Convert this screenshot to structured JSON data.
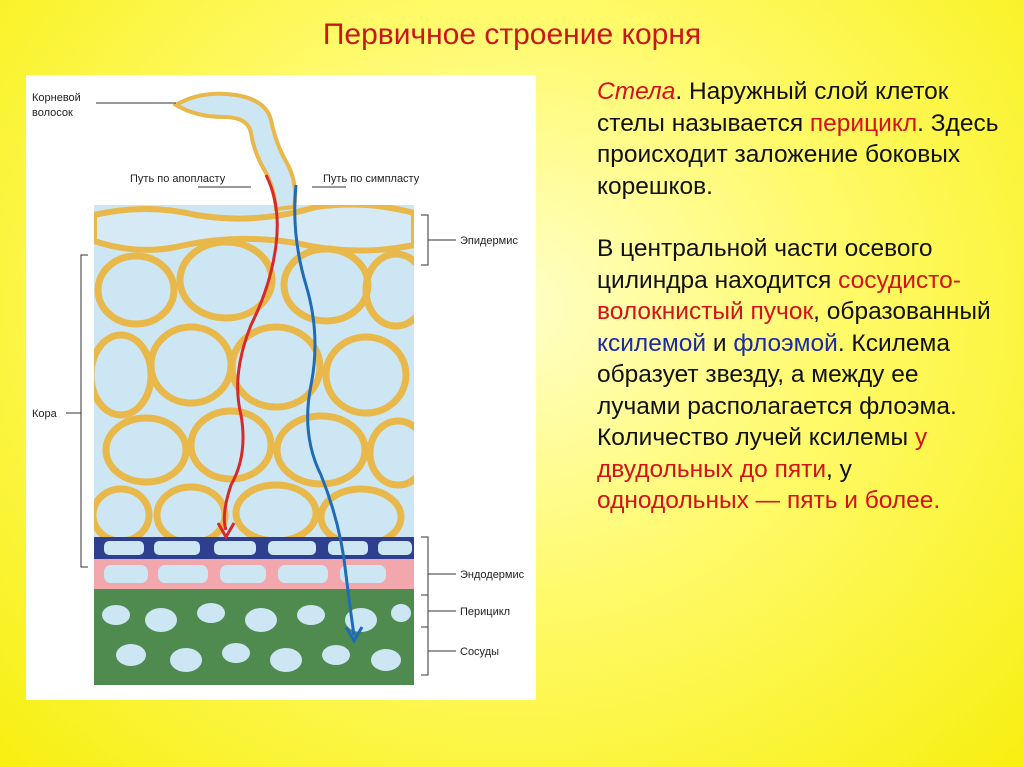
{
  "title": "Первичное строение корня",
  "figure": {
    "labels": {
      "root_hair": [
        "Корневой",
        "волосок"
      ],
      "apoplast": "Путь по апопласту",
      "symplast": "Путь по симпласту",
      "epidermis": "Эпидермис",
      "cortex": "Кора",
      "endodermis": "Эндодермис",
      "pericycle": "Перицикл",
      "vessels": "Сосуды"
    },
    "colors": {
      "cell_wall": "#e8b84a",
      "cell_fill": "#cde6f4",
      "endodermis": "#2f3f8f",
      "pericycle": "#f2a7ad",
      "vessels": "#4f8a4f",
      "apoplast_path": "#d8292a",
      "symplast_path": "#1f6bb6"
    }
  },
  "text": {
    "p1": {
      "term": "Стела",
      "rest1": ". Наружный слой клеток стелы называется ",
      "term2": "перицикл",
      "rest2": ". Здесь происходит заложение боковых корешков."
    },
    "p2": {
      "s1": "В центральной части осевого цилиндра находится ",
      "term1": "сосудисто-волокнистый пучок",
      "s2": ", образованный ",
      "term2": "ксилемой",
      "s3": " и ",
      "term3": "флоэмой",
      "s4": ". Ксилема образует звезду, а между ее лучами располагается флоэма. Количество лучей ксилемы ",
      "term4": "у двудольных до пяти",
      "s5": ", у ",
      "term5": "однодольных — пять и более."
    }
  }
}
